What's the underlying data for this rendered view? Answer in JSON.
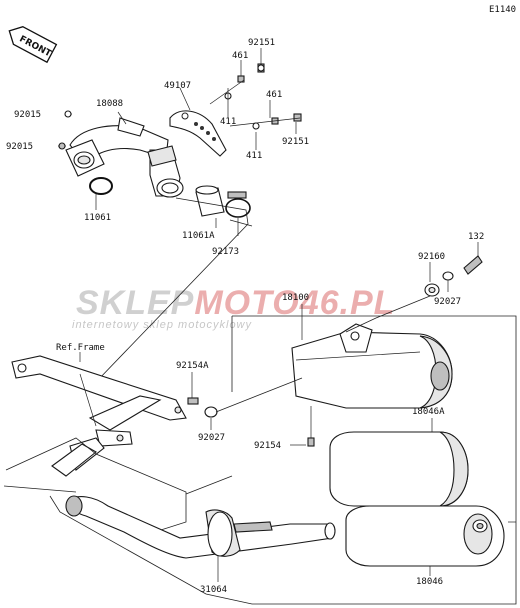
{
  "diagram_code": "E1140",
  "front_label": "FRONT",
  "ref_frame": "Ref.Frame",
  "watermark": {
    "brand_left": "SKLEP",
    "brand_mid": "MOTO",
    "brand_right": "46.PL",
    "tagline": "internetowy sklep motocyklowy",
    "brand_color": "#e8a0a0",
    "grey_color": "#bdbdbd"
  },
  "labels": {
    "p92151_top": "92151",
    "p461_top": "461",
    "p49107": "49107",
    "p18088": "18088",
    "p92015_a": "92015",
    "p92015_b": "92015",
    "p411_a": "411",
    "p461_right": "461",
    "p92151_right": "92151",
    "p411_b": "411",
    "p11061": "11061",
    "p11061A": "11061A",
    "p92173": "92173",
    "p132": "132",
    "p92160": "92160",
    "p18100": "18100",
    "p92027_top": "92027",
    "p92154A": "92154A",
    "p92027_mid": "92027",
    "p18046A": "18046A",
    "p92154": "92154",
    "p18046": "18046",
    "p31064": "31064"
  }
}
